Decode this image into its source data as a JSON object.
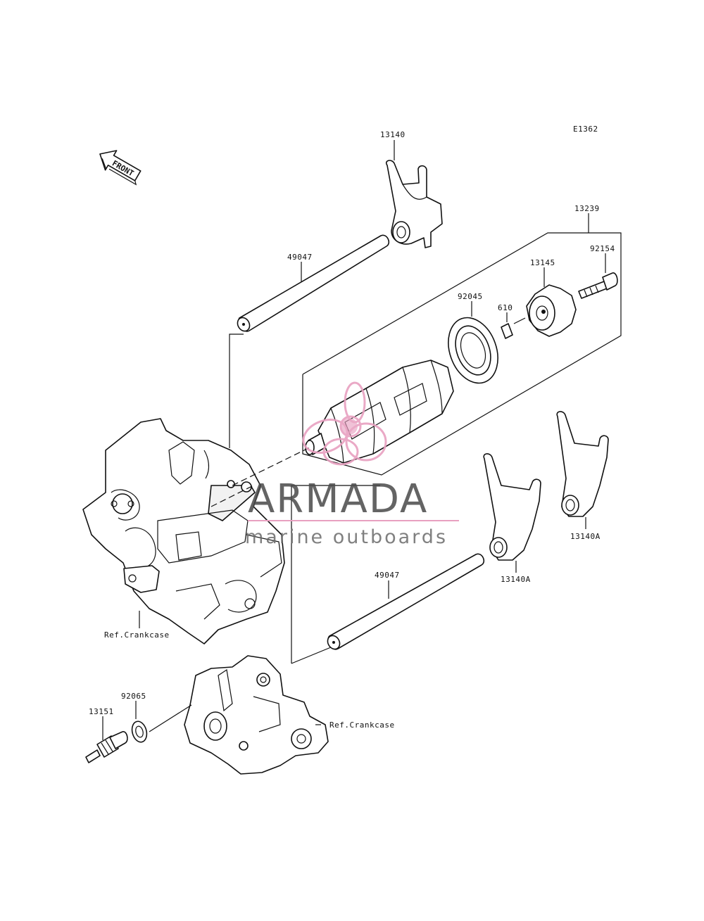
{
  "diagram_code": "E1362",
  "front_label": "FRONT",
  "parts": {
    "p13140": "13140",
    "p49047_top": "49047",
    "p13239": "13239",
    "p92154": "92154",
    "p13145": "13145",
    "p92045": "92045",
    "p610": "610",
    "p13140A_right": "13140A",
    "p13140A_mid": "13140A",
    "p49047_bottom": "49047",
    "ref_crankcase_upper": "Ref.Crankcase",
    "ref_crankcase_lower": "Ref.Crankcase",
    "p92065": "92065",
    "p13151": "13151"
  },
  "watermark": {
    "brand": "ARMADA",
    "tagline": "marine outboards",
    "accent_color": "#e8a0c0",
    "text_color": "#4a4a4a"
  }
}
